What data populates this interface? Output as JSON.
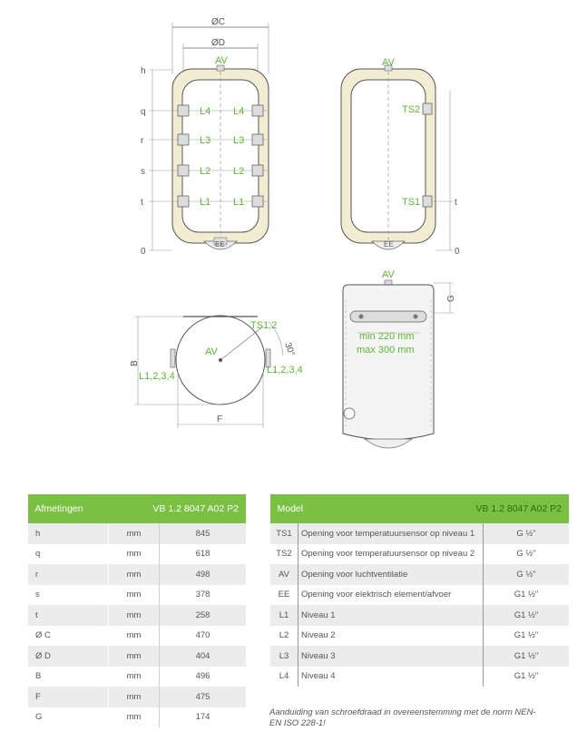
{
  "drawing": {
    "front": {
      "dia_c": "ØC",
      "dia_d": "ØD",
      "av": "AV",
      "ee": "EE",
      "levels": [
        "h",
        "q",
        "r",
        "s",
        "t",
        "0"
      ],
      "left_ports": [
        "L4",
        "L3",
        "L2",
        "L1"
      ],
      "right_ports": [
        "L4",
        "L3",
        "L2",
        "L1"
      ]
    },
    "side": {
      "av": "AV",
      "ee": "EE",
      "ts2": "TS2",
      "ts1": "TS1",
      "t": "t",
      "zero": "0"
    },
    "top": {
      "b": "B",
      "f": "F",
      "av": "AV",
      "ts": "TS1,2",
      "angle": "30°",
      "l_left": "L1,2,3,4",
      "l_right": "L1,2,3,4"
    },
    "back": {
      "av": "AV",
      "g": "G",
      "min": "min 220 mm",
      "max": "max 300 mm"
    }
  },
  "dimensions": {
    "header": "Afmetingen",
    "model": "VB 1.2 8047 A02 P2",
    "rows": [
      {
        "name": "h",
        "unit": "mm",
        "value": "845"
      },
      {
        "name": "q",
        "unit": "mm",
        "value": "618"
      },
      {
        "name": "r",
        "unit": "mm",
        "value": "498"
      },
      {
        "name": "s",
        "unit": "mm",
        "value": "378"
      },
      {
        "name": "t",
        "unit": "mm",
        "value": "258"
      },
      {
        "name": "Ø C",
        "unit": "mm",
        "value": "470"
      },
      {
        "name": "Ø D",
        "unit": "mm",
        "value": "404"
      },
      {
        "name": "B",
        "unit": "mm",
        "value": "496"
      },
      {
        "name": "F",
        "unit": "mm",
        "value": "475"
      },
      {
        "name": "G",
        "unit": "mm",
        "value": "174"
      }
    ]
  },
  "model_table": {
    "header": "Model",
    "model": "VB 1.2 8047 A02 P2",
    "rows": [
      {
        "key": "TS1",
        "desc": "Opening voor temperatuursensor op niveau 1",
        "value": "G ½\""
      },
      {
        "key": "TS2",
        "desc": "Opening voor temperatuursensor op niveau 2",
        "value": "G ½\""
      },
      {
        "key": "AV",
        "desc": "Opening voor luchtventilatie",
        "value": "G ½\""
      },
      {
        "key": "EE",
        "desc": "Opening voor elektrisch element/afvoer",
        "value": "G1 ½\""
      },
      {
        "key": "L1",
        "desc": "Niveau 1",
        "value": "G1 ½\""
      },
      {
        "key": "L2",
        "desc": "Niveau 2",
        "value": "G1 ½\""
      },
      {
        "key": "L3",
        "desc": "Niveau 3",
        "value": "G1 ½\""
      },
      {
        "key": "L4",
        "desc": "Niveau 4",
        "value": "G1 ½\""
      }
    ]
  },
  "note": "Aanduiding van schroefdraad in overeenstemming met de norm NEN-EN ISO 228-1!",
  "colors": {
    "green": "#7ac143",
    "label_green": "#5ab82e",
    "insulation": "#f2ecd2"
  }
}
